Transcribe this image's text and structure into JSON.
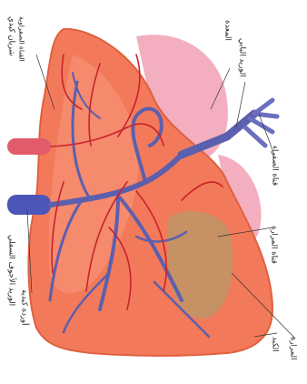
{
  "labels": {
    "hepatic_artery": "شريان كبدي",
    "bile_duct_top": "القناة الصفراوية",
    "stomach": "المعدة",
    "portal_vein": "الوريد البابي",
    "common_bile_duct": "قناة الصفراء",
    "cystic_duct": "قناة المرارة",
    "ivc": "الوريد الأجوف السفلي",
    "hepatic_vein": "أوردة كبدية",
    "liver": "الكبد",
    "gallbladder": "المرارة"
  },
  "colors": {
    "liver": "#f27a5a",
    "liver_edge": "#e0603f",
    "vein": "#5b5fae",
    "artery": "#c8232c",
    "stomach": "#f2a6b8",
    "gallbladder": "#b69a6a"
  }
}
